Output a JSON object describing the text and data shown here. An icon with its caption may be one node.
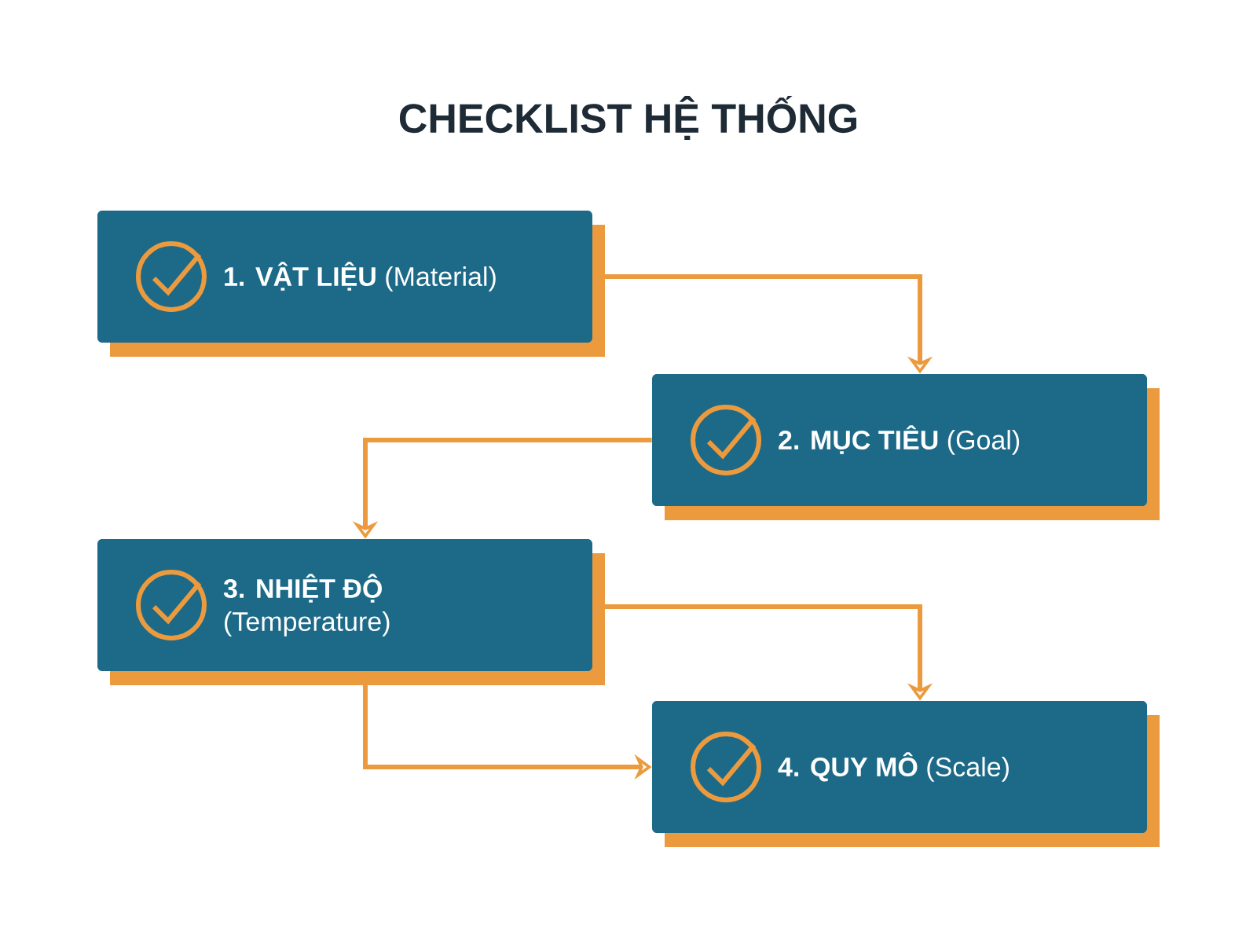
{
  "diagram": {
    "title": "CHECKLIST HỆ THỐNG",
    "nodes": [
      {
        "text": [
          "**1. VẬT LIỆU** (Material)"
        ]
      },
      {
        "text": [
          "**2. MỤC TIÊU** (Goal)"
        ]
      },
      {
        "text": [
          "**3. NHIỆT ĐỘ** (Temperature)"
        ]
      },
      {
        "text": [
          "**4. QUY MÔ** (Scale)"
        ]
      }
    ],
    "edges": [
      {
        "from": 0,
        "to": 1,
        "arrow": "to"
      },
      {
        "from": 1,
        "to": 2,
        "arrow": "to"
      },
      {
        "from": 2,
        "to": 3,
        "arrow": "to"
      },
      {
        "from": 2,
        "to": 3,
        "arrow": "to"
      }
    ]
  }
}
